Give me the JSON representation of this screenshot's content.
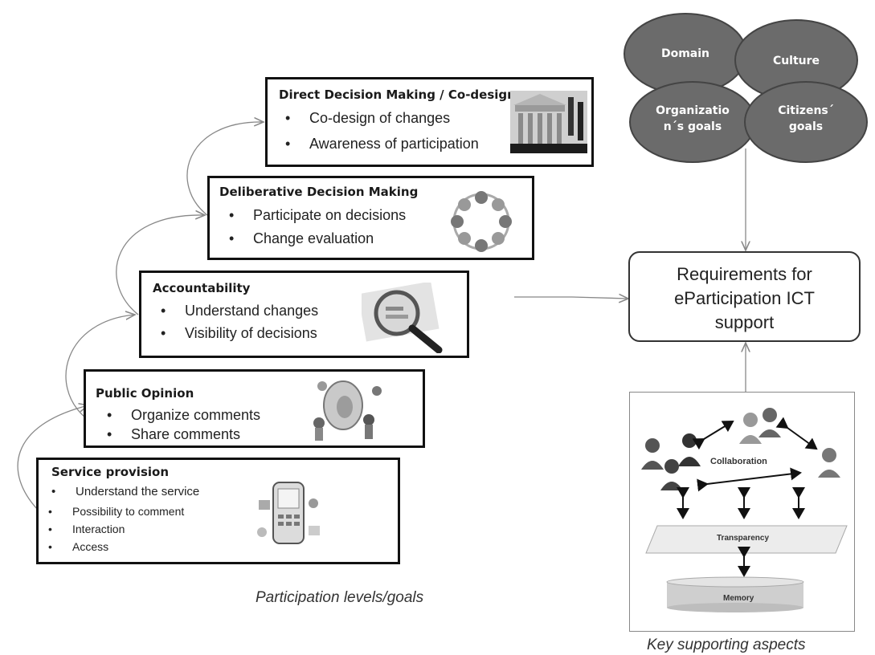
{
  "levels": [
    {
      "title": "Direct Decision Making / Co-design",
      "bullets": [
        "Co-design of changes",
        "Awareness of participation"
      ],
      "icon": "parthenon-hands-icon"
    },
    {
      "title": "Deliberative Decision Making",
      "bullets": [
        "Participate on decisions",
        "Change evaluation"
      ],
      "icon": "circular-arrows-icon"
    },
    {
      "title": "Accountability",
      "bullets": [
        "Understand changes",
        "Visibility of decisions"
      ],
      "icon": "magnifier-chart-icon"
    },
    {
      "title": "Public Opinion",
      "bullets": [
        "Organize comments",
        "Share comments"
      ],
      "icon": "people-ear-icon"
    },
    {
      "title": "Service provision",
      "bullets": [
        "Understand the service",
        "Possibility to comment",
        "Interaction",
        "Access"
      ],
      "icon": "mobile-phone-icon"
    }
  ],
  "bullet_symbol": "•",
  "left_caption": "Participation levels/goals",
  "goal_ovals": [
    "Domain",
    "Culture",
    "Organizatio n´s goals",
    "Citizens´ goals"
  ],
  "requirements": {
    "line1": "Requirements for",
    "line2": "eParticipation ICT",
    "line3": "support"
  },
  "aspects": {
    "collaboration": "Collaboration",
    "transparency": "Transparency",
    "memory": "Memory"
  },
  "right_caption": "Key supporting aspects",
  "colors": {
    "oval_fill": "#6b6b6b",
    "oval_stroke": "#444444",
    "box_border": "#111111",
    "arrow": "#888888"
  }
}
